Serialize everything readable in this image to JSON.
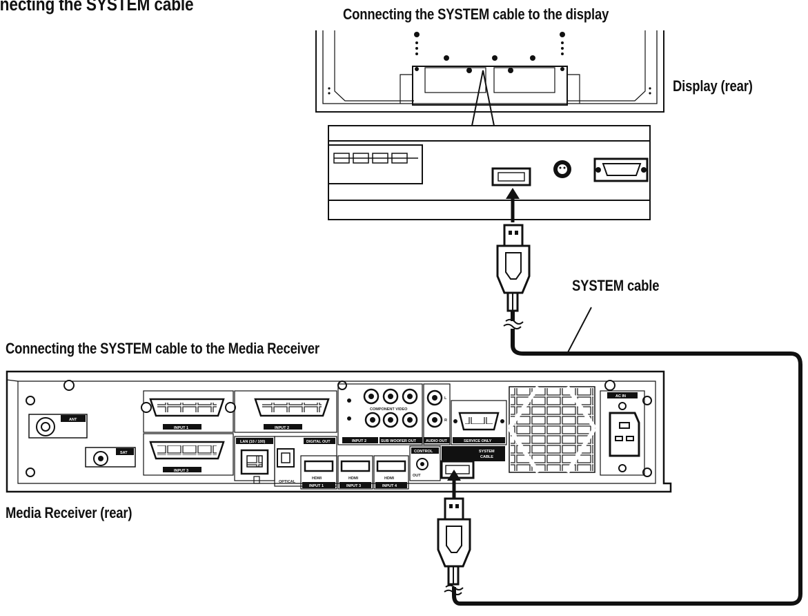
{
  "labels": {
    "section_title": "nnecting the SYSTEM cable",
    "display_heading": "Connecting the SYSTEM cable to the display",
    "display_rear": "Display (rear)",
    "system_cable": "SYSTEM cable",
    "receiver_heading": "Connecting the SYSTEM cable to the Media Receiver",
    "receiver_rear": "Media Receiver (rear)"
  },
  "panel": {
    "ant": "ANT",
    "sat": "SAT",
    "input1": "INPUT 1",
    "input2": "INPUT 2",
    "input3": "INPUT 3",
    "lan": "LAN (10 / 100)",
    "digital_out": "DIGITAL OUT",
    "optical": "OPTICAL",
    "component_video": "COMPONENT VIDEO",
    "input2b": "INPUT 2",
    "subwoofer_out": "SUB WOOFER OUT",
    "audio_out": "AUDIO OUT",
    "audio_l": "L",
    "audio_r": "R",
    "service_only": "SERVICE ONLY",
    "control": "CONTROL",
    "control_out": "OUT",
    "system_cable_port_1": "SYSTEM",
    "system_cable_port_2": "CABLE",
    "hdmi": "HDMI",
    "hdmi_input1": "INPUT 1",
    "hdmi_input3": "INPUT 3",
    "hdmi_input4": "INPUT 4",
    "ac_in": "AC IN"
  }
}
